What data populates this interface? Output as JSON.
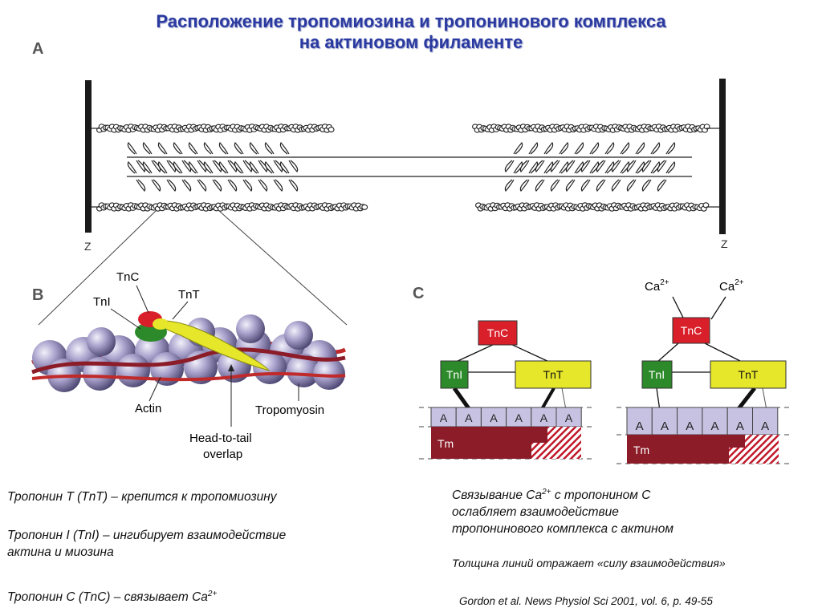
{
  "title": {
    "line1": "Расположение тропомиозина и тропонинового комплекса",
    "line2": "на актиновом филаменте"
  },
  "panel_a": {
    "letter": "A",
    "z_left": "Z",
    "z_right": "Z"
  },
  "panel_b": {
    "letter": "B",
    "labels": {
      "tnc": "TnC",
      "tni": "TnI",
      "tnt": "TnT",
      "actin": "Actin",
      "tropomyosin": "Tropomyosin",
      "overlap_line1": "Head-to-tail",
      "overlap_line2": "overlap"
    }
  },
  "panel_c": {
    "letter": "C",
    "ca": "Ca",
    "ca_sup": "2+",
    "tnc": "TnC",
    "tni": "TnI",
    "tnt": "TnT",
    "a": "A",
    "tm": "Tm"
  },
  "notes": {
    "tnt": "Тропонин T (TnT) – крепится к тропомиозину",
    "tni_line1": "Тропонин I (TnI) – ингибирует взаимодействие",
    "tni_line2": "актина и миозина",
    "tnc": "Тропонин C (TnC) – связывает Ca",
    "tnc_sup": "2+",
    "ca_binding_p1": "Связывание Ca",
    "ca_binding_sup": "2+",
    "ca_binding_p2": " с тропонином С",
    "ca_binding_line2": "ослабляет взаимодействие",
    "ca_binding_line3": "тропонинового комплекса с актином",
    "line_thickness": "Толщина линий отражает «силу взаимодействия»",
    "reference": "Gordon et al. News Physiol Sci 2001, vol. 6, p. 49-55"
  },
  "colors": {
    "title": "#2a3aa0",
    "actin_bead": "#a9a2cc",
    "tnc_red": "#d91f2a",
    "tni_green": "#2d8a2a",
    "tnt_yellow": "#e6e62a",
    "tm_maroon": "#8b1c28",
    "a_cell": "#c8c2e2"
  }
}
